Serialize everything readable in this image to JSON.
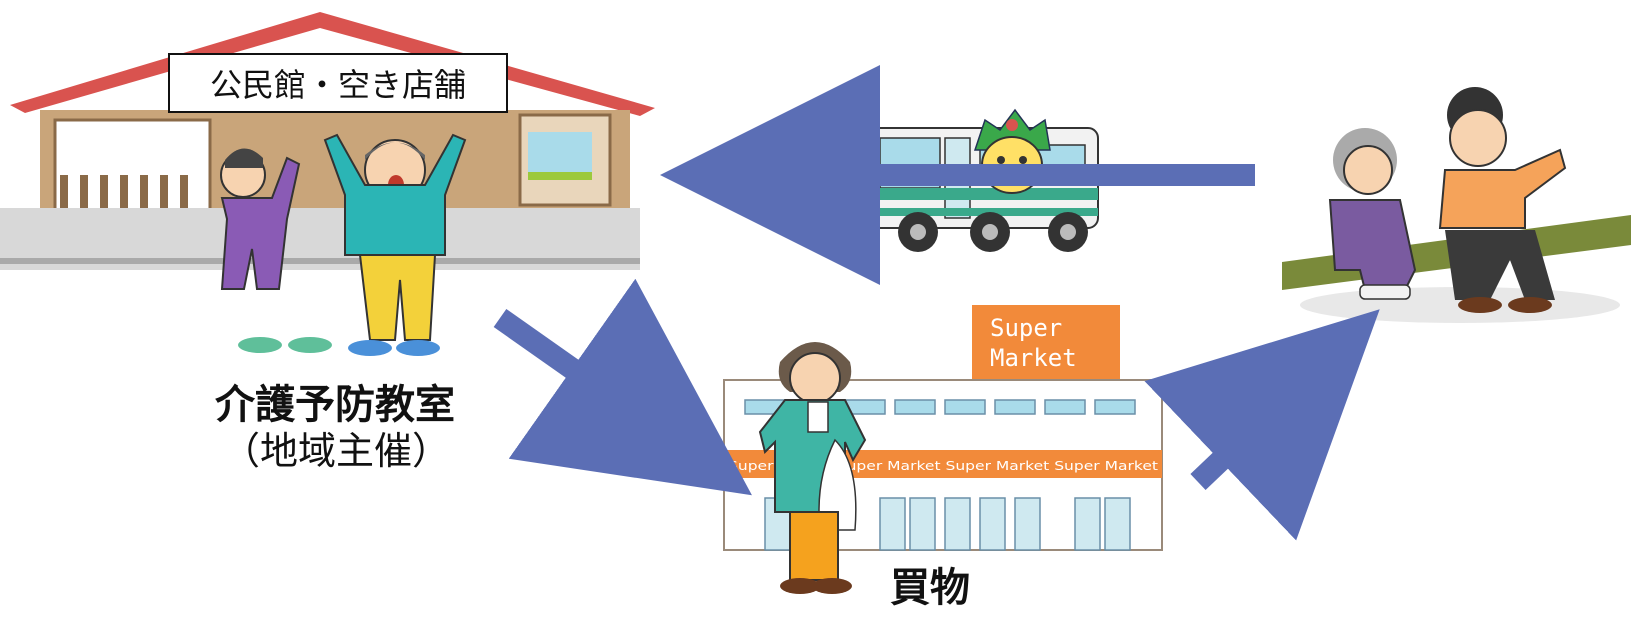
{
  "venue": {
    "label": "公民館・空き店舗"
  },
  "care_class": {
    "title": "介護予防教室",
    "subtitle": "（地域主催）"
  },
  "shopping": {
    "label": "買物"
  },
  "supermarket": {
    "sign_line1": "Super",
    "sign_line2": "Market",
    "banner": "Super Market Super Market Super Market Super Market"
  },
  "colors": {
    "arrow": "#5b6eb5",
    "roof": "#d9534f",
    "building": "#c9a57a",
    "store_sign": "#f28a3a",
    "bus": "#3aa98b"
  },
  "icons": [
    "community-hall-icon",
    "exercising-people-icon",
    "bus-icon",
    "mascot-icon",
    "supermarket-icon",
    "shopper-icon",
    "seated-elders-icon"
  ]
}
